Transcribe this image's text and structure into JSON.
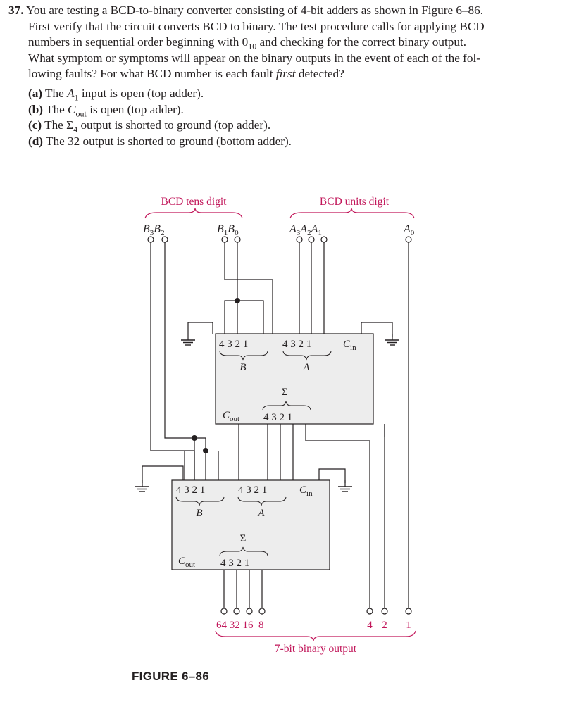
{
  "problem": {
    "number": "37.",
    "lines": [
      "You are testing a BCD-to-binary converter consisting of 4-bit adders as shown in Figure 6–86.",
      "First verify that the circuit converts BCD to binary. The test procedure calls for applying BCD",
      "numbers in sequential order beginning with 0",
      "What symptom or symptoms will appear on the binary outputs in the event of each of the fol-",
      "lowing faults? For what BCD number is each fault "
    ],
    "line3_sub": "10",
    "line3_rest": " and checking for the correct binary output.",
    "line5_emph": "first",
    "line5_end": " detected?",
    "parts": [
      {
        "label": "(a)",
        "pre": "The ",
        "sym": "A",
        "sub": "1",
        "post": " input is open (top adder)."
      },
      {
        "label": "(b)",
        "pre": "The ",
        "sym": "C",
        "sub": "out",
        "post": " is open (top adder)."
      },
      {
        "label": "(c)",
        "pre": "The ",
        "sym": "Σ",
        "sub": "4",
        "post": " output is shorted to ground (top adder)."
      },
      {
        "label": "(d)",
        "pre": "The 32 output is shorted to ground (bottom adder).",
        "sym": "",
        "sub": "",
        "post": ""
      }
    ]
  },
  "figure": {
    "caption": "FIGURE 6–86",
    "bcd_tens_label": "BCD tens digit",
    "bcd_units_label": "BCD units digit",
    "input_b3b2": {
      "a": "B",
      "a_sub": "3",
      "b": "B",
      "b_sub": "2"
    },
    "input_b1b0": {
      "a": "B",
      "a_sub": "1",
      "b": "B",
      "b_sub": "0"
    },
    "input_a3a2a1": {
      "a": "A",
      "a_sub": "3",
      "b": "A",
      "b_sub": "2",
      "c": "A",
      "c_sub": "1"
    },
    "input_a0": {
      "a": "A",
      "a_sub": "0"
    },
    "adder_top": {
      "b_pins": "4 3 2 1",
      "a_pins": "4 3 2 1",
      "b_label": "B",
      "a_label": "A",
      "cin": "C",
      "cin_sub": "in",
      "sigma": "Σ",
      "cout": "C",
      "cout_sub": "out",
      "sum_pins": "4 3 2 1"
    },
    "adder_bottom": {
      "b_pins": "4 3 2 1",
      "a_pins": "4 3 2 1",
      "b_label": "B",
      "a_label": "A",
      "cin": "C",
      "cin_sub": "in",
      "sigma": "Σ",
      "cout": "C",
      "cout_sub": "out",
      "sum_pins": "4 3 2 1"
    },
    "output_weights_high": "64 32 16  8",
    "output_weight_4": "4",
    "output_weight_2": "2",
    "output_weight_1": "1",
    "output_label": "7-bit binary output",
    "colors": {
      "brace": "#c2185b",
      "label": "#c2185b",
      "box_fill": "#ededed",
      "line": "#231f20"
    }
  }
}
